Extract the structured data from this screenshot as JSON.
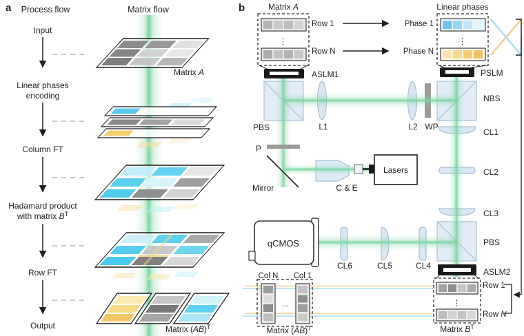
{
  "panel_a": {
    "tag": "a",
    "headers": {
      "process": "Process flow",
      "matrix": "Matrix flow"
    },
    "steps": {
      "input": "Input",
      "linear1": "Linear phases",
      "linear2": "encoding",
      "column": "Column FT",
      "hadamard1": "Hadamard product",
      "hadamard2_pre": "with matrix ",
      "hadamard2_it": "B",
      "hadamard2_sup": "T",
      "row": "Row FT",
      "output": "Output"
    },
    "matrix_a_label": {
      "pre": "Matrix ",
      "it": "A"
    },
    "matrix_ab_label": {
      "pre": "Matrix (",
      "it": "AB",
      "post": ")",
      "sup": "T"
    }
  },
  "panel_b": {
    "tag": "b",
    "matrix_a_box": {
      "title_pre": "Matrix ",
      "title_it": "A",
      "row1": "Row 1",
      "rowN": "Row N",
      "dots": "⋮"
    },
    "linear_phases_box": {
      "title": "Linear phases",
      "phase1": "Phase 1",
      "phaseN": "Phase N",
      "dots": "⋮"
    },
    "labels": {
      "aslm1": "ASLM1",
      "pslm": "PSLM",
      "pbs1": "PBS",
      "l1": "L1",
      "l2": "L2",
      "wp": "WP",
      "nbs": "NBS",
      "cl1": "CL1",
      "cl2": "CL2",
      "cl3": "CL3",
      "p": "P",
      "mirror": "Mirror",
      "ce": "C & E",
      "lasers": "Lasers",
      "pbs2": "PBS",
      "aslm2": "ASLM2",
      "cl4": "CL4",
      "cl5": "CL5",
      "cl6": "CL6",
      "qcmos": "qCMOS"
    },
    "matrix_b_box": {
      "row1": "Row 1",
      "rowN_pre": "Row ",
      "rowN_it": "N",
      "dots": "⋮",
      "title_pre": "Matrix ",
      "title_it": "B",
      "title_sup": "T"
    },
    "output_box": {
      "colN": "Col N",
      "col1": "Col 1",
      "dots": "...",
      "title_pre": "Matrix (",
      "title_it": "AB",
      "title_post": ")",
      "title_sup": "T"
    }
  },
  "colors": {
    "beam_green": "#86d7a6",
    "optic_fill": "#dce9f5",
    "optic_stroke": "#a9c0d6",
    "coupler_blue": "#a8dcf0",
    "coupler_orange": "#f2cd90",
    "cell_cyan": "#5fc8ef",
    "cell_yellow": "#f4cf6f",
    "slm_black": "#1a1a1a",
    "bar_gray": "#9a9a9a"
  }
}
